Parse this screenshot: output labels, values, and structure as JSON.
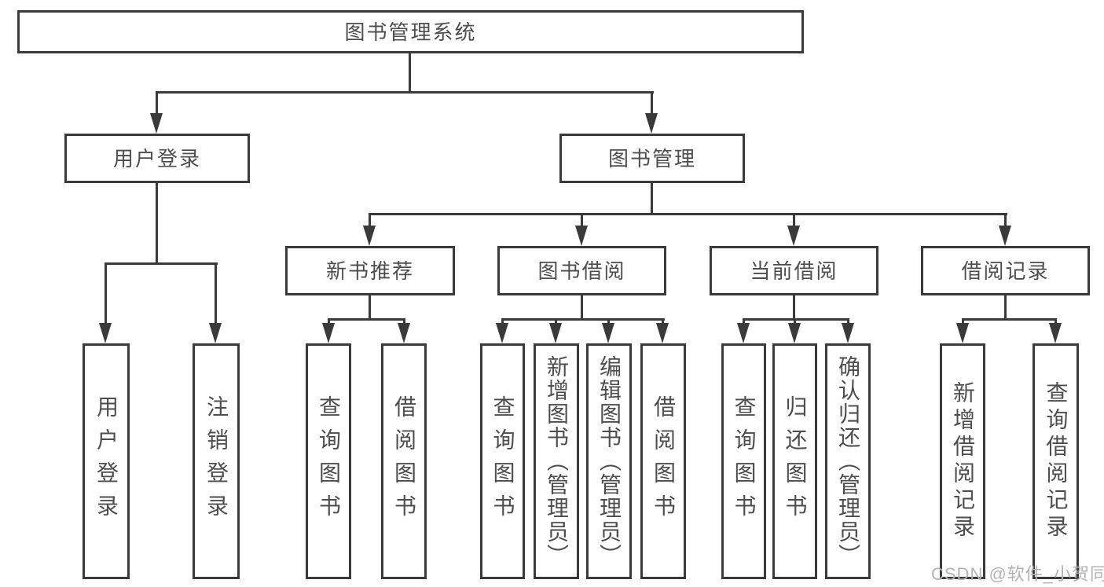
{
  "diagram": {
    "root": {
      "label": "图书管理系统"
    },
    "level2": [
      {
        "label": "用户登录"
      },
      {
        "label": "图书管理"
      }
    ],
    "level3": [
      {
        "label": "新书推荐"
      },
      {
        "label": "图书借阅"
      },
      {
        "label": "当前借阅"
      },
      {
        "label": "借阅记录"
      }
    ],
    "leaves": {
      "user_login": [
        "用户登录",
        "注销登录"
      ],
      "new_books": [
        "查询图书",
        "借阅图书"
      ],
      "borrow": [
        "查询图书",
        "新增图书（管理员）",
        "编辑图书（管理员）",
        "借阅图书"
      ],
      "current": [
        "查询图书",
        "归还图书",
        "确认归还（管理员）"
      ],
      "records": [
        "新增借阅记录",
        "查询借阅记录"
      ]
    }
  },
  "watermark": "CSDN @软件_小贺同学",
  "colors": {
    "line": "#3a3a3a",
    "text": "#4d4d4d",
    "watermark": "#b3b3b3"
  }
}
